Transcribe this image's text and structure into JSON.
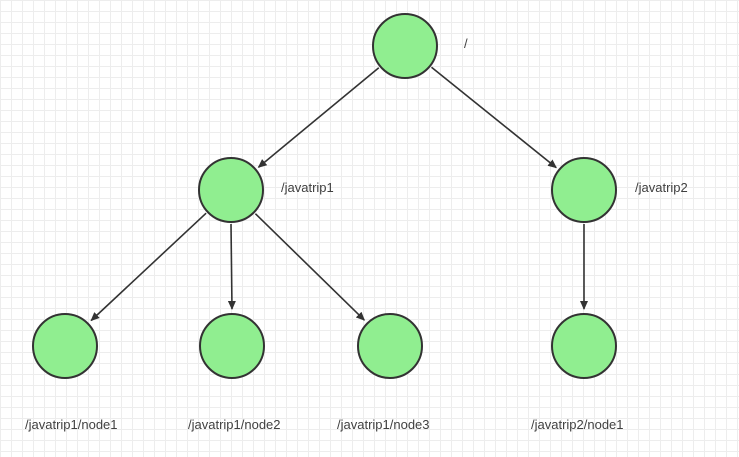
{
  "diagram": {
    "type": "tree",
    "description": "ZooKeeper-style znode hierarchy drawn on grid paper",
    "node_fill": "#90ee90",
    "node_border": "#333333",
    "edge_color": "#333333",
    "nodes": [
      {
        "id": "root",
        "label": "/"
      },
      {
        "id": "javatrip1",
        "label": "/javatrip1"
      },
      {
        "id": "javatrip2",
        "label": "/javatrip2"
      },
      {
        "id": "leaf1",
        "label": "/javatrip1/node1"
      },
      {
        "id": "leaf2",
        "label": "/javatrip1/node2"
      },
      {
        "id": "leaf3",
        "label": "/javatrip1/node3"
      },
      {
        "id": "leaf4",
        "label": "/javatrip2/node1"
      }
    ],
    "edges": [
      {
        "from": "root",
        "to": "javatrip1"
      },
      {
        "from": "root",
        "to": "javatrip2"
      },
      {
        "from": "javatrip1",
        "to": "leaf1"
      },
      {
        "from": "javatrip1",
        "to": "leaf2"
      },
      {
        "from": "javatrip1",
        "to": "leaf3"
      },
      {
        "from": "javatrip2",
        "to": "leaf4"
      }
    ]
  }
}
